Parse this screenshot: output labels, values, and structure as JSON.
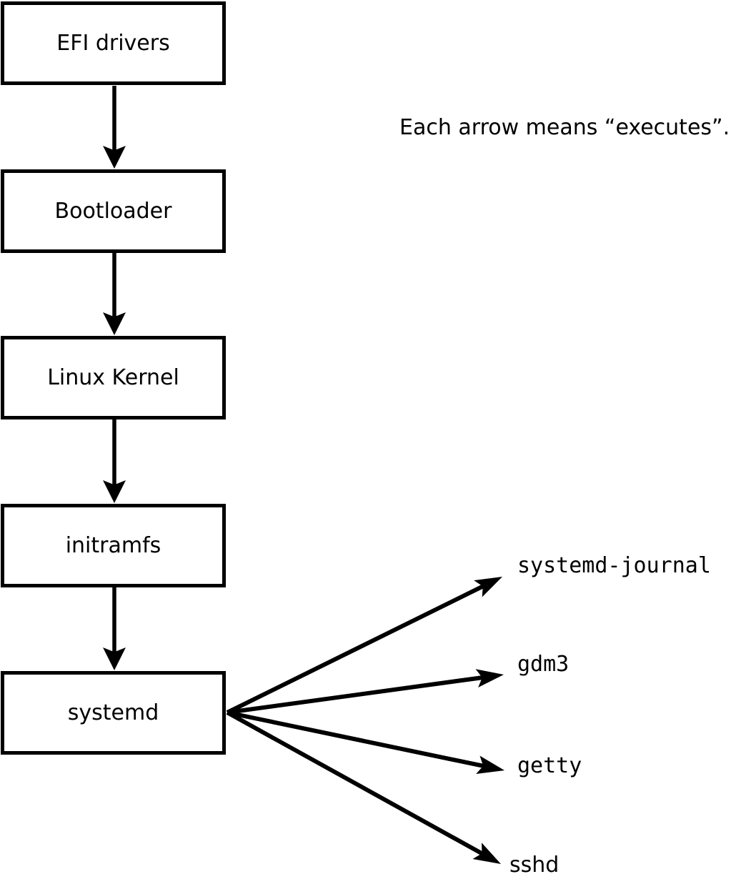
{
  "page": {
    "background_color": "#ffffff",
    "ink_color": "#000000"
  },
  "caption": {
    "text": "Each arrow means “executes”."
  },
  "diagram": {
    "type": "flowchart",
    "nodes": [
      {
        "id": "efi-drivers",
        "label": "EFI drivers"
      },
      {
        "id": "bootloader",
        "label": "Bootloader"
      },
      {
        "id": "linux-kernel",
        "label": "Linux Kernel"
      },
      {
        "id": "initramfs",
        "label": "initramfs"
      },
      {
        "id": "systemd",
        "label": "systemd"
      }
    ],
    "leaves": [
      {
        "id": "systemd-journal",
        "label": "systemd-journal"
      },
      {
        "id": "gdm3",
        "label": "gdm3"
      },
      {
        "id": "getty",
        "label": "getty"
      },
      {
        "id": "sshd",
        "label": "sshd"
      }
    ],
    "edges": [
      {
        "from": "efi-drivers",
        "to": "bootloader"
      },
      {
        "from": "bootloader",
        "to": "linux-kernel"
      },
      {
        "from": "linux-kernel",
        "to": "initramfs"
      },
      {
        "from": "initramfs",
        "to": "systemd"
      },
      {
        "from": "systemd",
        "to": "systemd-journal"
      },
      {
        "from": "systemd",
        "to": "gdm3"
      },
      {
        "from": "systemd",
        "to": "getty"
      },
      {
        "from": "systemd",
        "to": "sshd"
      }
    ]
  }
}
